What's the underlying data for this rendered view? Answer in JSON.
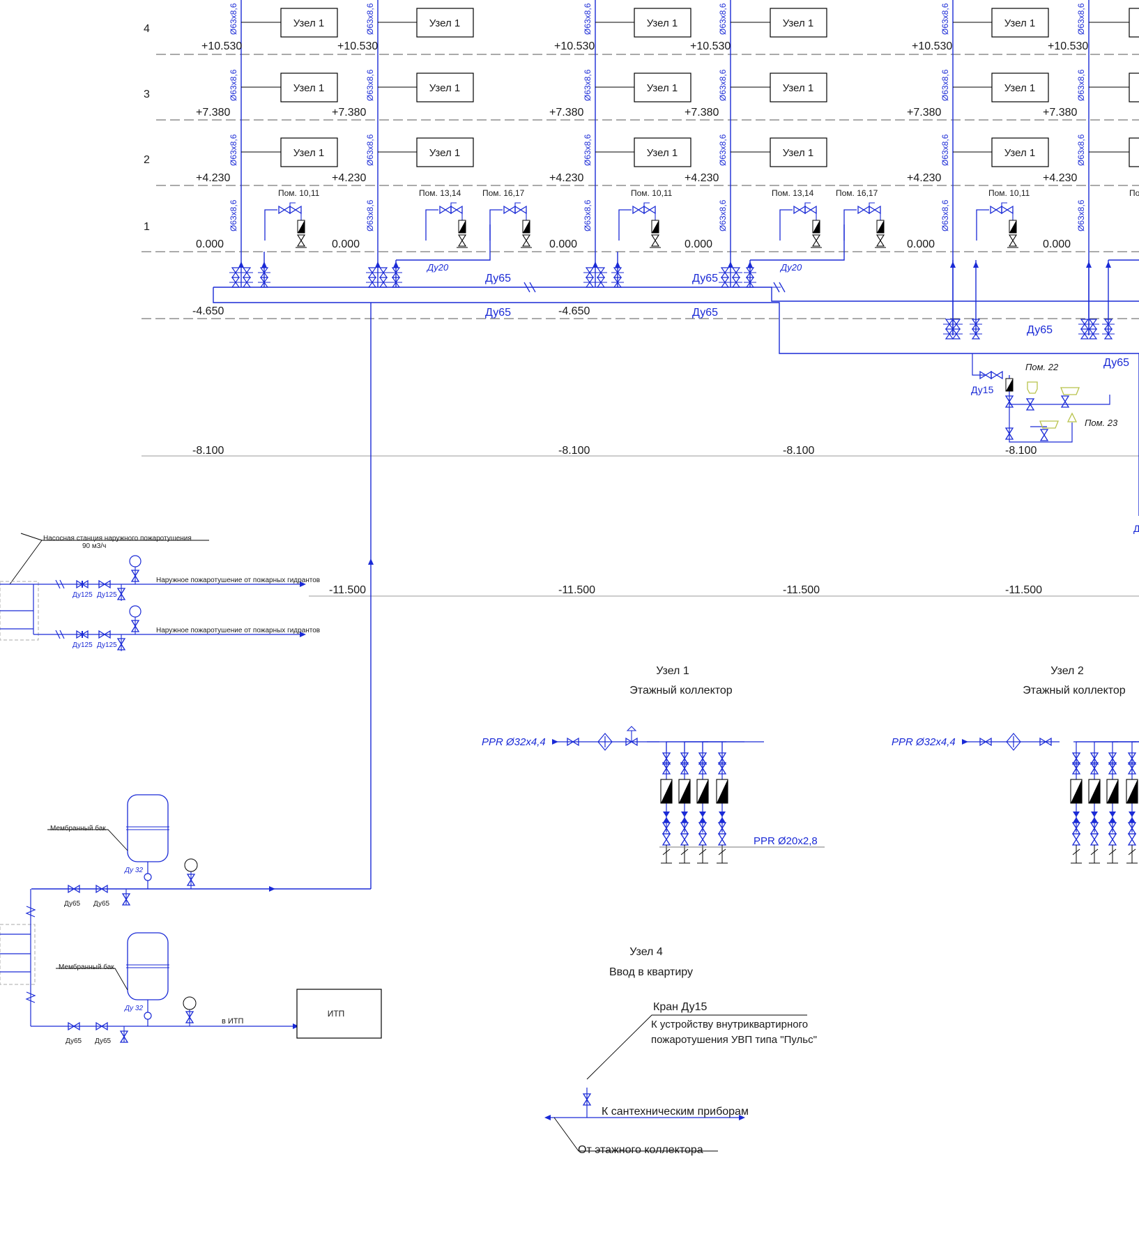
{
  "colors": {
    "pipe": "#1a2ad6",
    "line": "#000000",
    "level": "#555555",
    "fixture": "#b8c24a"
  },
  "floors": [
    "4",
    "3",
    "2",
    "1"
  ],
  "riser_label": "Ø63x8,6",
  "node_label": "Узел 1",
  "elevations": {
    "e10530": "+10.530",
    "e7380": "+7.380",
    "e4230": "+4.230",
    "e0000": "0.000",
    "em4650": "-4.650",
    "em8100": "-8.100",
    "em11500": "-11.500"
  },
  "rooms": {
    "r1011": "Пом. 10,11",
    "r1314": "Пом. 13,14",
    "r1617": "Пом. 16,17",
    "r22": "Пом. 22",
    "r23": "Пом. 23",
    "r_cut": "По"
  },
  "dn": {
    "du65": "Ду65",
    "du20": "Ду20",
    "du15": "Ду15",
    "du125": "Ду125",
    "du32": "Ду 32"
  },
  "pump_station": {
    "title": "Насосная станция наружного пожаротушения",
    "flow": "90 м3/ч",
    "outlet": "Наружное пожаротушение от пожарных гидрантов"
  },
  "tank_label": "Мембранный бак",
  "itp": {
    "box": "ИТП",
    "line": "в ИТП"
  },
  "node1": {
    "title": "Узел 1",
    "subtitle": "Этажный коллектор",
    "inlet": "PPR Ø32x4,4",
    "outlet": "PPR  Ø20x2,8"
  },
  "node2": {
    "title": "Узел 2",
    "subtitle": "Этажный коллектор",
    "inlet": "PPR Ø32x4,4"
  },
  "node4": {
    "title": "Узел 4",
    "subtitle": "Ввод в квартиру",
    "valve": "Кран Ду15",
    "fire_line1": "К устройству внутриквартирного",
    "fire_line2": "пожаротушения УВП типа \"Пульс\"",
    "fixtures": "К сантехническим приборам",
    "from": "От этажного коллектора"
  },
  "cut_label": "Д"
}
